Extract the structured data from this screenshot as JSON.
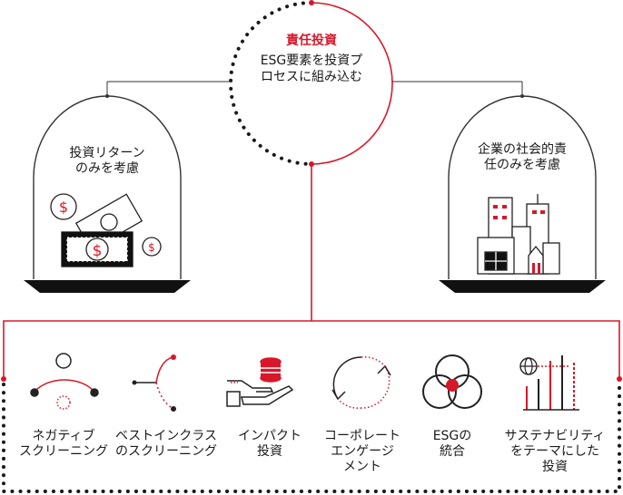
{
  "center": {
    "title": "責任投資",
    "line1": "ESG要素を投資プ",
    "line2": "ロセスに組み込む"
  },
  "left_dome": {
    "line1": "投資リターン",
    "line2": "のみを考慮"
  },
  "right_dome": {
    "line1": "企業の社会的責",
    "line2": "任のみを考慮"
  },
  "strategies": [
    {
      "icon": "negative-screening-icon",
      "line1": "ネガティブ",
      "line2": "スクリーニング",
      "line3": ""
    },
    {
      "icon": "best-in-class-icon",
      "line1": "ベストインクラス",
      "line2": "のスクリーニング",
      "line3": ""
    },
    {
      "icon": "impact-investment-icon",
      "line1": "インパクト",
      "line2": "投資",
      "line3": ""
    },
    {
      "icon": "corporate-engagement-icon",
      "line1": "コーポレート",
      "line2": "エンゲージ",
      "line3": "メント"
    },
    {
      "icon": "esg-integration-icon",
      "line1": "ESGの",
      "line2": "統合",
      "line3": ""
    },
    {
      "icon": "thematic-investment-icon",
      "line1": "サステナビリティ",
      "line2": "をテーマにした",
      "line3": "投資"
    }
  ],
  "colors": {
    "accent": "#d7182a",
    "dark": "#1a1a1a",
    "line": "#333333"
  }
}
